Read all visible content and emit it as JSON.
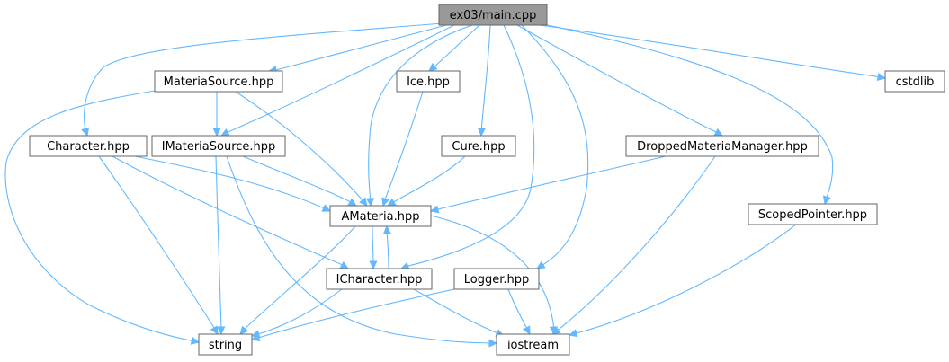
{
  "diagram": {
    "root": "main",
    "accent_color": "#63b8ff",
    "nodes": [
      {
        "id": "main",
        "label": "ex03/main.cpp",
        "root": true
      },
      {
        "id": "materiasource",
        "label": "MateriaSource.hpp"
      },
      {
        "id": "ice",
        "label": "Ice.hpp"
      },
      {
        "id": "cstdlib",
        "label": "cstdlib"
      },
      {
        "id": "character",
        "label": "Character.hpp"
      },
      {
        "id": "imateriasource",
        "label": "IMateriaSource.hpp"
      },
      {
        "id": "cure",
        "label": "Cure.hpp"
      },
      {
        "id": "dropped",
        "label": "DroppedMateriaManager.hpp"
      },
      {
        "id": "amateria",
        "label": "AMateria.hpp"
      },
      {
        "id": "scoped",
        "label": "ScopedPointer.hpp"
      },
      {
        "id": "icharacter",
        "label": "ICharacter.hpp"
      },
      {
        "id": "logger",
        "label": "Logger.hpp"
      },
      {
        "id": "string",
        "label": "string"
      },
      {
        "id": "iostream",
        "label": "iostream"
      }
    ],
    "edges": [
      {
        "from": "main",
        "to": "materiasource"
      },
      {
        "from": "main",
        "to": "ice"
      },
      {
        "from": "main",
        "to": "cstdlib"
      },
      {
        "from": "main",
        "to": "character"
      },
      {
        "from": "main",
        "to": "imateriasource"
      },
      {
        "from": "main",
        "to": "cure"
      },
      {
        "from": "main",
        "to": "dropped"
      },
      {
        "from": "main",
        "to": "amateria"
      },
      {
        "from": "main",
        "to": "scoped"
      },
      {
        "from": "main",
        "to": "icharacter"
      },
      {
        "from": "main",
        "to": "logger"
      },
      {
        "from": "materiasource",
        "to": "imateriasource"
      },
      {
        "from": "materiasource",
        "to": "amateria"
      },
      {
        "from": "materiasource",
        "to": "string"
      },
      {
        "from": "ice",
        "to": "amateria"
      },
      {
        "from": "character",
        "to": "amateria"
      },
      {
        "from": "character",
        "to": "icharacter"
      },
      {
        "from": "character",
        "to": "string"
      },
      {
        "from": "imateriasource",
        "to": "amateria"
      },
      {
        "from": "imateriasource",
        "to": "string"
      },
      {
        "from": "imateriasource",
        "to": "iostream"
      },
      {
        "from": "cure",
        "to": "amateria"
      },
      {
        "from": "dropped",
        "to": "amateria"
      },
      {
        "from": "dropped",
        "to": "iostream"
      },
      {
        "from": "amateria",
        "to": "icharacter"
      },
      {
        "from": "amateria",
        "to": "string"
      },
      {
        "from": "amateria",
        "to": "iostream"
      },
      {
        "from": "icharacter",
        "to": "amateria"
      },
      {
        "from": "icharacter",
        "to": "string"
      },
      {
        "from": "icharacter",
        "to": "iostream"
      },
      {
        "from": "logger",
        "to": "string"
      },
      {
        "from": "logger",
        "to": "iostream"
      },
      {
        "from": "scoped",
        "to": "iostream"
      }
    ]
  }
}
